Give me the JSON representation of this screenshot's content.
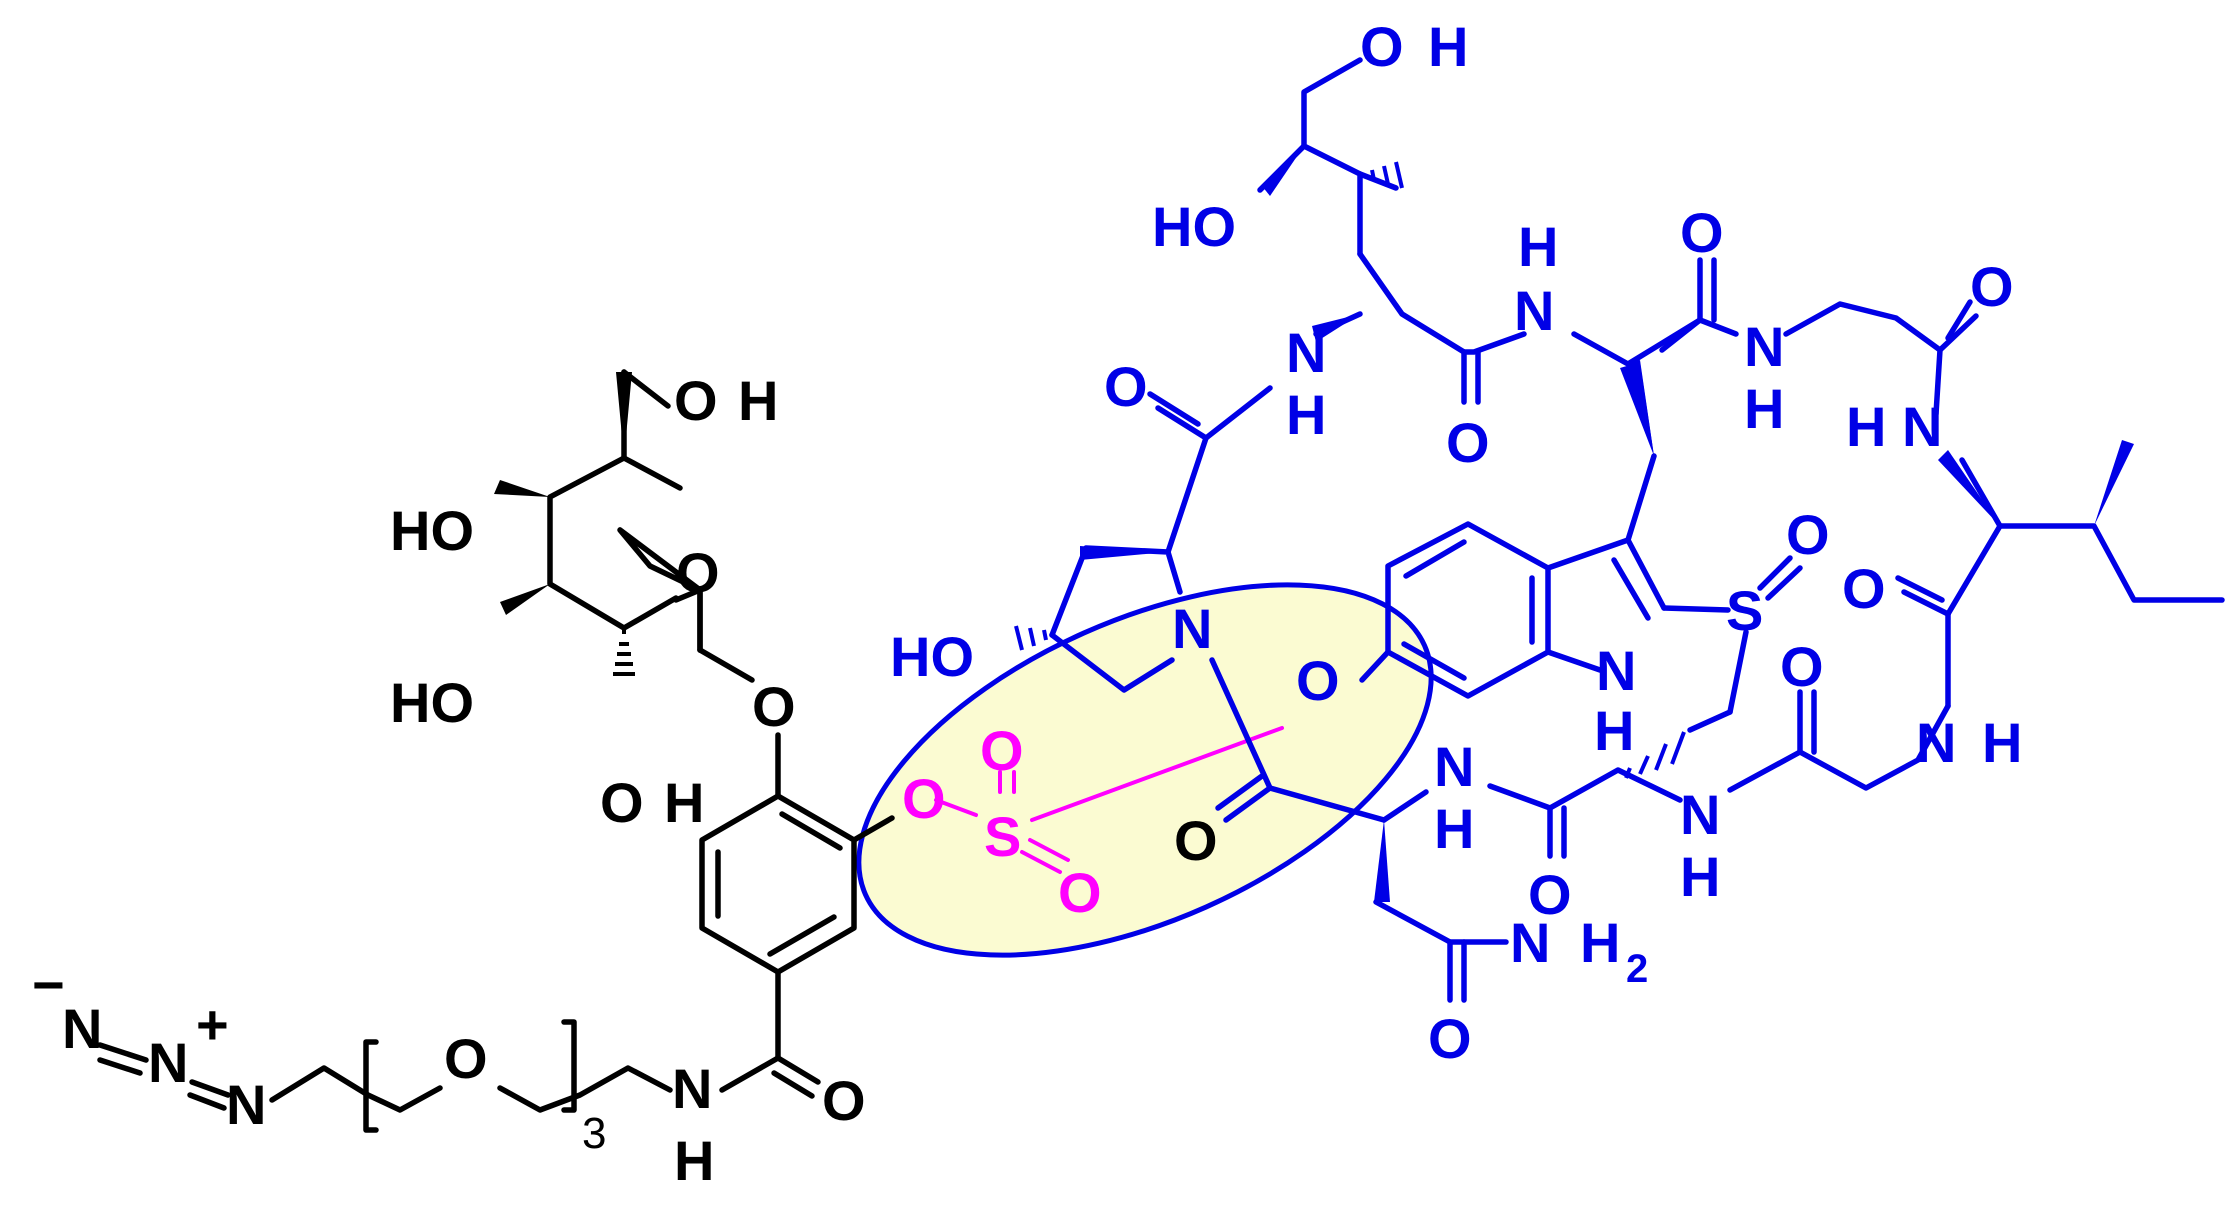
{
  "colors": {
    "linker": "#000000",
    "peptide": "#0000e6",
    "sulfate": "#ff00ff",
    "highlight_fill": "#fbfbd2",
    "highlight_stroke": "#0000e6"
  },
  "atoms": {
    "azide_n1": "N",
    "azide_n2": "N",
    "azide_n3": "N",
    "minus": "−",
    "plus": "+",
    "peg_o": "O",
    "peg_repeat": "3",
    "amide_n": "N",
    "amide_h": "H",
    "amide_o": "O",
    "aryl_o": "O",
    "ring_o": "O",
    "sugar_oh_top": "O",
    "sugar_oh_top_h": "H",
    "sugar_ho_1": "HO",
    "sugar_ho_2": "HO",
    "sugar_oh_bot": "O",
    "sugar_oh_bot_h": "H",
    "sulf_o_link": "O",
    "sulf_s": "S",
    "sulf_o_up": "O",
    "sulf_o_down": "O",
    "hyp_ho": "HO",
    "hyp_n": "N",
    "bridge_o": "O",
    "black_o": "O",
    "dhil_oh": "O",
    "dhil_oh_h": "H",
    "dhil_ho": "HO",
    "nh1_n": "N",
    "nh1_h": "H",
    "co1_o": "O",
    "nh2_h": "H",
    "nh2_n": "N",
    "co2_o": "O",
    "co3_o": "O",
    "nh3_n": "N",
    "nh3_h": "H",
    "co4_o": "O",
    "nh4_h": "H",
    "nh4_n": "N",
    "sulfox_s": "S",
    "sulfox_o": "O",
    "trp_n": "N",
    "trp_h": "H",
    "ile_co_o": "O",
    "nh5_n": "N",
    "nh5_h": "H",
    "gly_co_o": "O",
    "nh6_n": "N",
    "nh6_h": "H",
    "nh7_n": "N",
    "nh7_h": "H",
    "co7_o": "O",
    "asn_nh2_n": "N",
    "asn_nh2_h": "H",
    "asn_nh2_sub": "2",
    "asn_o": "O"
  }
}
